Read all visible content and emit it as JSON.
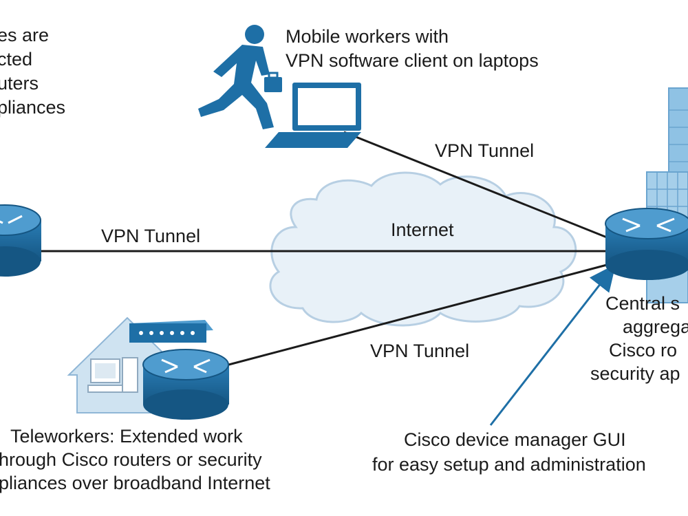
{
  "labels": {
    "mobile_line1": "Mobile workers with",
    "mobile_line2": "VPN software client on laptops",
    "branch_line1": "es are",
    "branch_line2": "cted",
    "branch_line3": "uters",
    "branch_line4": "pliances",
    "tunnel_mobile": "VPN Tunnel",
    "tunnel_branch": "VPN Tunnel",
    "tunnel_tele": "VPN Tunnel",
    "internet": "Internet",
    "central_line1": "Central s",
    "central_line2": "aggrega",
    "central_line3": "Cisco ro",
    "central_line4": "security ap",
    "tele_line1": "Teleworkers: Extended work",
    "tele_line2": "hrough Cisco routers or security",
    "tele_line3": "pliances over broadband Internet",
    "gui_line1": "Cisco device manager GUI",
    "gui_line2": "for easy setup and administration"
  },
  "colors": {
    "router_blue": "#1e6fa6",
    "router_top": "#4f9ccf",
    "cloud_fill": "#e8f1f8",
    "cloud_stroke": "#b7cfe3",
    "tunnel_line": "#1b1b1b",
    "gui_arrow": "#1e6fa6",
    "building_blue": "#8fc2e4",
    "house_fill": "#cfe3f1",
    "person_blue": "#1e6fa6"
  },
  "icons": [
    "running-person-icon",
    "laptop-icon",
    "router-icon",
    "building-icon",
    "house-icon",
    "computer-icon",
    "broadband-modem-icon",
    "cloud-icon"
  ]
}
